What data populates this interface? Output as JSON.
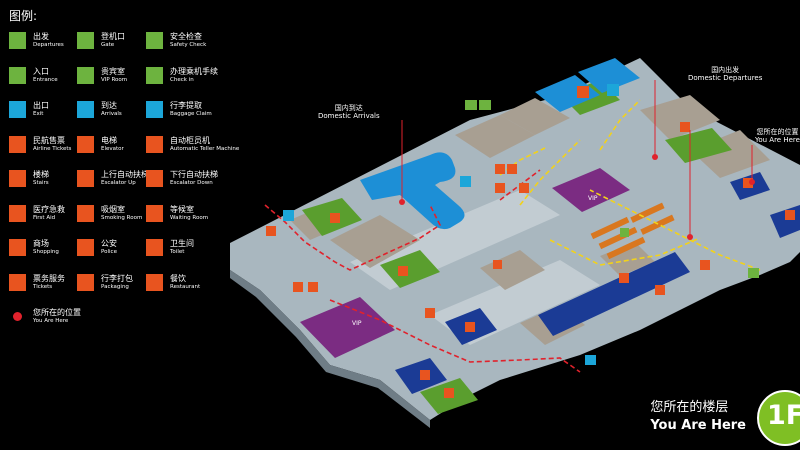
{
  "legend": {
    "title": "图例:",
    "items": [
      {
        "zh": "出发",
        "en": "Departures",
        "icon": "departures-icon",
        "color": "#6db33f"
      },
      {
        "zh": "登机口",
        "en": "Gate",
        "icon": "gate-icon",
        "color": "#6db33f"
      },
      {
        "zh": "安全检查",
        "en": "Safety Check",
        "icon": "safety-check-icon",
        "color": "#6db33f"
      },
      {
        "zh": "入口",
        "en": "Entrance",
        "icon": "entrance-icon",
        "color": "#6db33f"
      },
      {
        "zh": "贵宾室",
        "en": "VIP Room",
        "icon": "vip-room-icon",
        "color": "#6db33f"
      },
      {
        "zh": "办理乘机手续",
        "en": "Check in",
        "icon": "check-in-icon",
        "color": "#6db33f"
      },
      {
        "zh": "出口",
        "en": "Exit",
        "icon": "exit-icon",
        "color": "#1ca6d9"
      },
      {
        "zh": "到达",
        "en": "Arrivals",
        "icon": "arrivals-icon",
        "color": "#1ca6d9"
      },
      {
        "zh": "行李提取",
        "en": "Baggage Claim",
        "icon": "baggage-claim-icon",
        "color": "#1ca6d9"
      },
      {
        "zh": "民航售票",
        "en": "Airline Tickets",
        "icon": "airline-tickets-icon",
        "color": "#e8541f"
      },
      {
        "zh": "电梯",
        "en": "Elevator",
        "icon": "elevator-icon",
        "color": "#e8541f"
      },
      {
        "zh": "自动柜员机",
        "en": "Automatic Teller Machine",
        "icon": "atm-icon",
        "color": "#e8541f"
      },
      {
        "zh": "楼梯",
        "en": "Stairs",
        "icon": "stairs-icon",
        "color": "#e8541f"
      },
      {
        "zh": "上行自动扶梯",
        "en": "Escalator Up",
        "icon": "escalator-up-icon",
        "color": "#e8541f"
      },
      {
        "zh": "下行自动扶梯",
        "en": "Escalator Down",
        "icon": "escalator-down-icon",
        "color": "#e8541f"
      },
      {
        "zh": "医疗急救",
        "en": "First Aid",
        "icon": "first-aid-icon",
        "color": "#e8541f"
      },
      {
        "zh": "吸烟室",
        "en": "Smoking Room",
        "icon": "smoking-room-icon",
        "color": "#e8541f"
      },
      {
        "zh": "等候室",
        "en": "Waiting Room",
        "icon": "waiting-room-icon",
        "color": "#e8541f"
      },
      {
        "zh": "商场",
        "en": "Shopping",
        "icon": "shopping-icon",
        "color": "#e8541f"
      },
      {
        "zh": "公安",
        "en": "Police",
        "icon": "police-icon",
        "color": "#e8541f"
      },
      {
        "zh": "卫生间",
        "en": "Toilet",
        "icon": "toilet-icon",
        "color": "#e8541f"
      },
      {
        "zh": "票务服务",
        "en": "Tickets",
        "icon": "tickets-icon",
        "color": "#e8541f"
      },
      {
        "zh": "行李打包",
        "en": "Packaging",
        "icon": "packaging-icon",
        "color": "#e8541f"
      },
      {
        "zh": "餐饮",
        "en": "Restaurant",
        "icon": "restaurant-icon",
        "color": "#e8541f"
      }
    ],
    "you_are_here": {
      "zh": "您所在的位置",
      "en": "You Are Here",
      "color": "#e0222c"
    }
  },
  "map_labels": {
    "domestic_arrivals": {
      "zh": "国内到达",
      "en": "Domestic Arrivals"
    },
    "domestic_departures": {
      "zh": "国内出发",
      "en": "Domestic Departures"
    },
    "you_are_here": {
      "zh": "您所在的位置",
      "en": "You Are Here"
    },
    "vip": "VIP"
  },
  "floor": {
    "zh": "您所在的楼层",
    "en": "You Are Here",
    "badge": "1F"
  },
  "colors": {
    "floor": "#a9b7bf",
    "room_tan": "#a89f92",
    "room_blue": "#1b3b95",
    "room_lightblue": "#1d8fd6",
    "room_green": "#5a9e2e",
    "room_purple": "#7b2c82",
    "arrival_path": "#e0222c",
    "departure_path": "#f2d21a"
  }
}
